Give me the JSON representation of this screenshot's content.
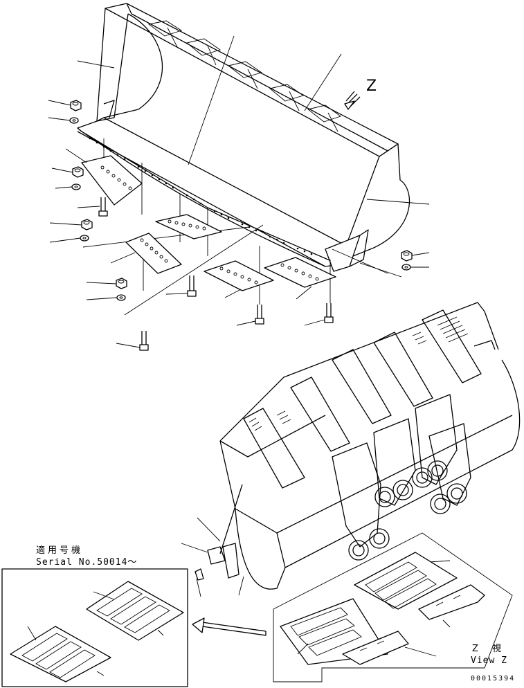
{
  "view_marker": "Z",
  "serial_box": {
    "title_jp": "適用号機",
    "serial_text": "Serial No.50014～"
  },
  "view_caption": {
    "jp": "Z 視",
    "en": "View Z"
  },
  "drawing_number": "00015394"
}
